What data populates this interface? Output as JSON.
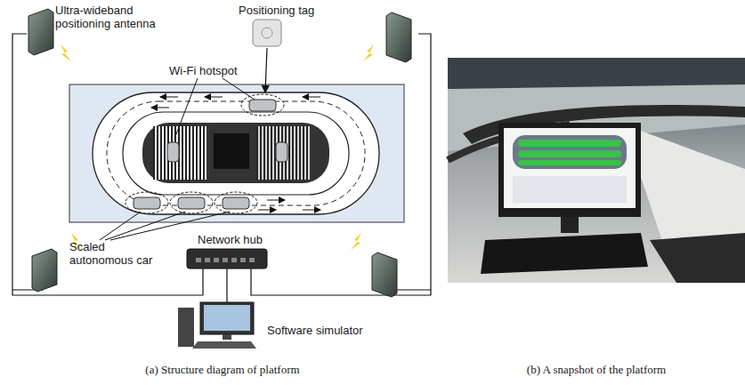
{
  "diagram": {
    "labels": [
      "Ultra-wideband positioning antenna",
      "Positioning tag",
      "Wi-Fi hotspot",
      "Scaled autonomous car",
      "Network hub",
      "Software simulator",
      "(a) Structure diagram of platform",
      "(b) A snapshot of the platform"
    ]
  }
}
